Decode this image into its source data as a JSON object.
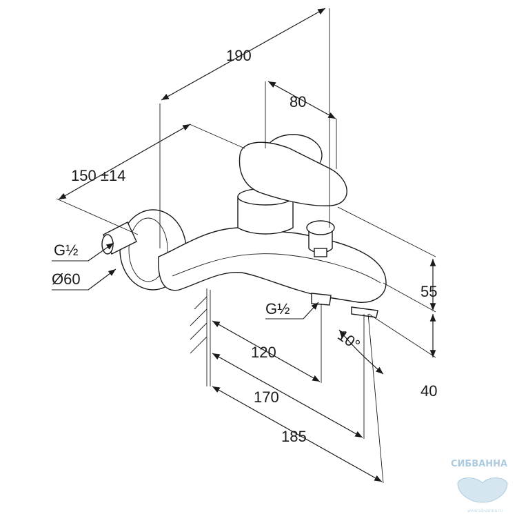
{
  "dimensions": {
    "d190": "190",
    "d80": "80",
    "d150": "150 ±14",
    "g_left": "G½",
    "dia60": "Ø60",
    "d55": "55",
    "g_spout": "G½",
    "angle": "10°",
    "d120": "120",
    "d170": "170",
    "d185": "185",
    "d40": "40"
  },
  "watermark": {
    "brand": "СИБВАННА",
    "site": "www.sibvanna.ru"
  }
}
